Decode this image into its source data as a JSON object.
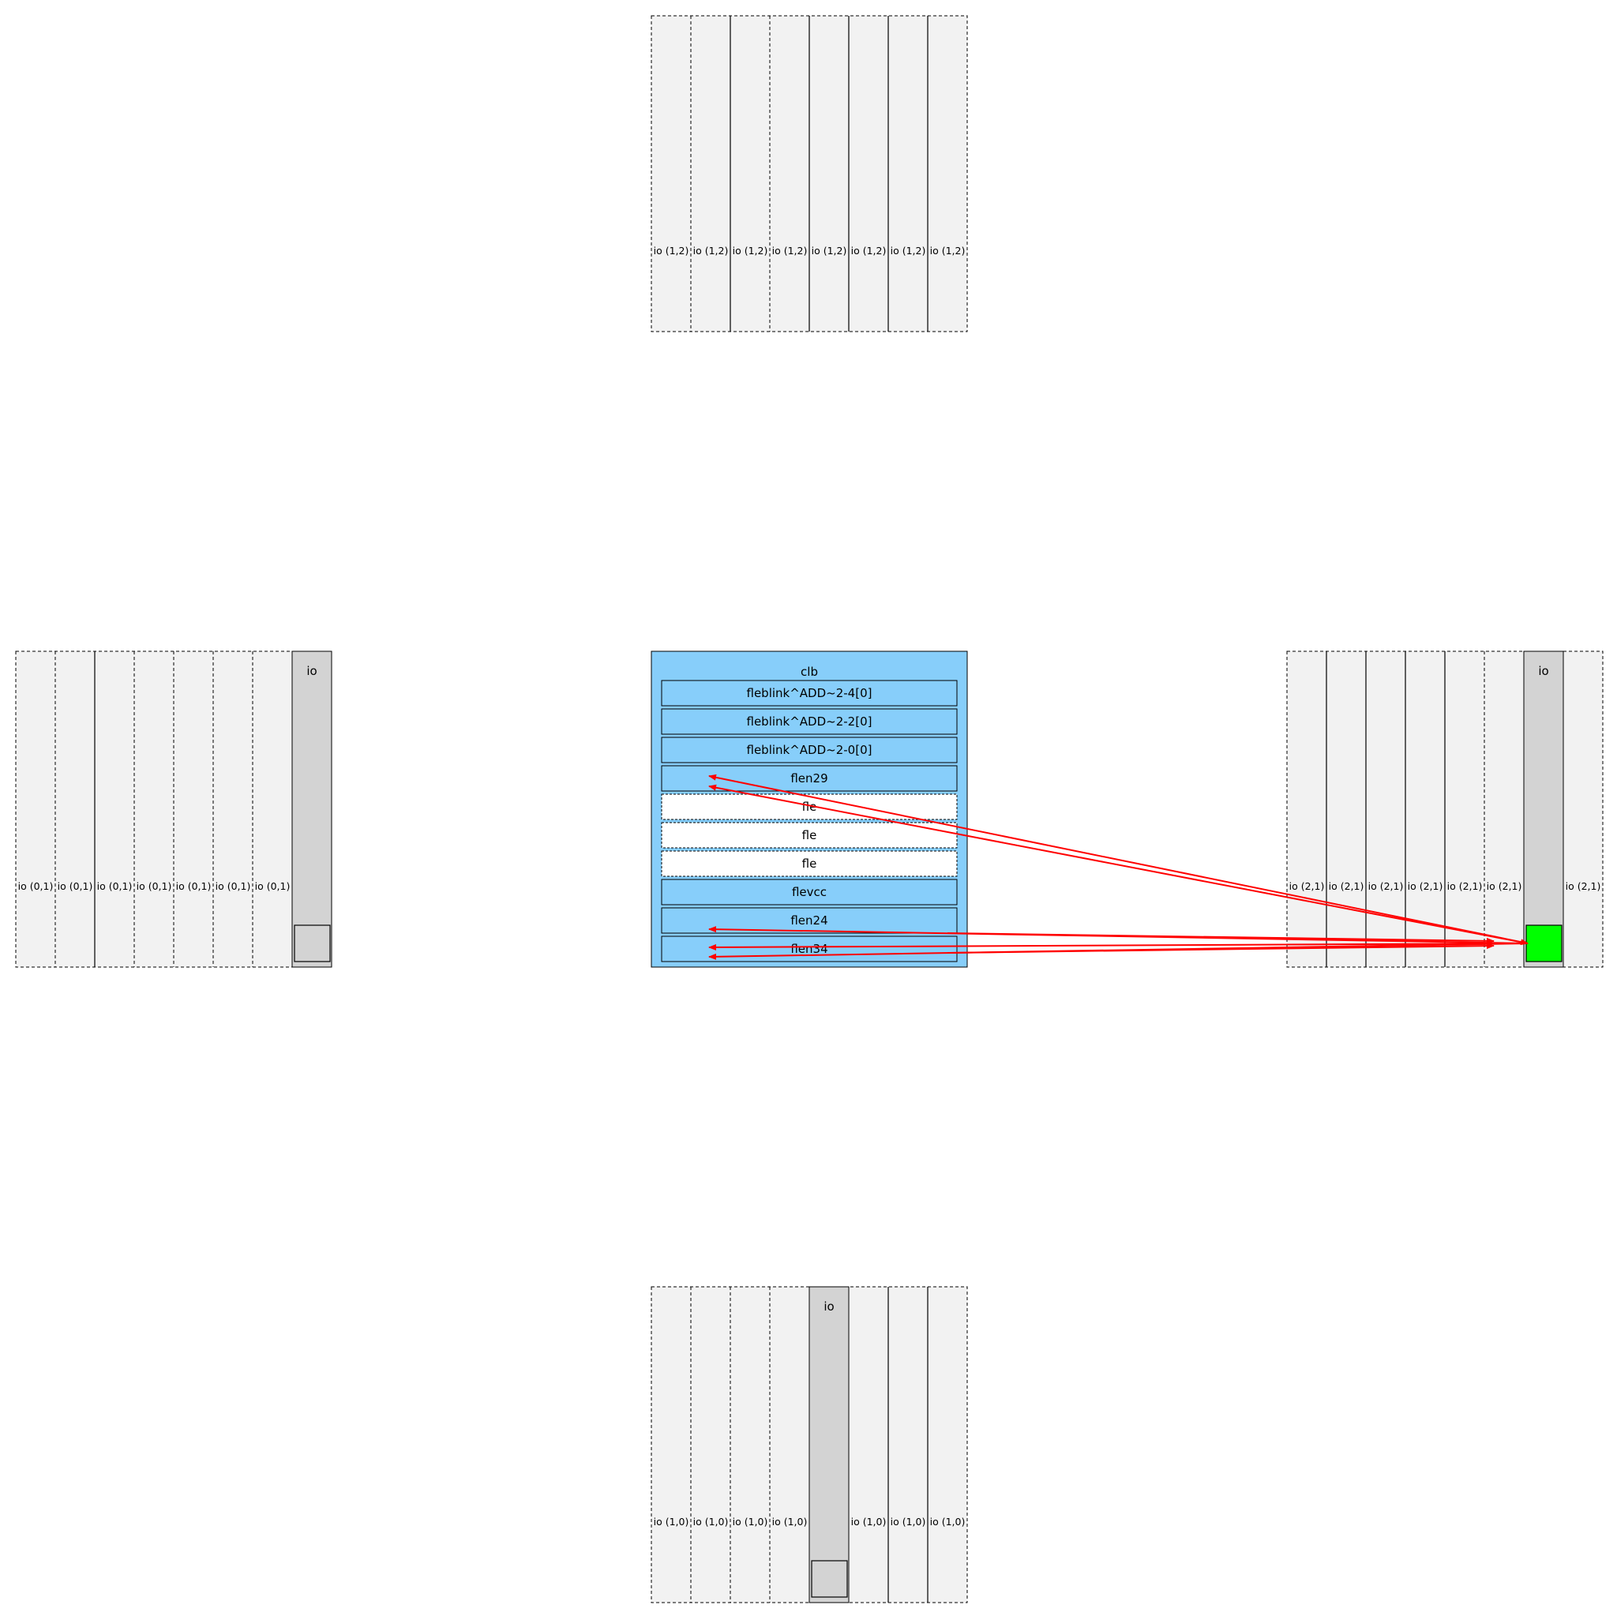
{
  "colors": {
    "tile_fill": "#f2f2f2",
    "used_io_fill": "#d3d3d3",
    "clb_fill": "#87cefa",
    "empty_fle_fill": "#ffffff",
    "selected_fill": "#00ff00",
    "net_color": "#ff0000"
  },
  "top_block": {
    "labels": [
      "io (1,2)",
      "io (1,2)",
      "io (1,2)",
      "io (1,2)",
      "io (1,2)",
      "io (1,2)",
      "io (1,2)",
      "io (1,2)"
    ]
  },
  "left_block": {
    "labels": [
      "io (0,1)",
      "io (0,1)",
      "io (0,1)",
      "io (0,1)",
      "io (0,1)",
      "io (0,1)",
      "io (0,1)"
    ],
    "used_title": "io"
  },
  "right_block": {
    "labels": [
      "io (2,1)",
      "io (2,1)",
      "io (2,1)",
      "io (2,1)",
      "io (2,1)",
      "io (2,1)"
    ],
    "used_title": "io",
    "last_label": "io (2,1)"
  },
  "bottom_block": {
    "labels_before": [
      "io (1,0)",
      "io (1,0)",
      "io (1,0)",
      "io (1,0)"
    ],
    "used_title": "io",
    "labels_after": [
      "io (1,0)",
      "io (1,0)",
      "io (1,0)"
    ]
  },
  "clb": {
    "title": "clb",
    "rows": [
      {
        "label": "fleblink^ADD~2-4[0]",
        "empty": false
      },
      {
        "label": "fleblink^ADD~2-2[0]",
        "empty": false
      },
      {
        "label": "fleblink^ADD~2-0[0]",
        "empty": false
      },
      {
        "label": "flen29",
        "empty": false
      },
      {
        "label": "fle",
        "empty": true
      },
      {
        "label": "fle",
        "empty": true
      },
      {
        "label": "fle",
        "empty": true
      },
      {
        "label": "flevcc",
        "empty": false
      },
      {
        "label": "flen24",
        "empty": false
      },
      {
        "label": "flen34",
        "empty": false
      }
    ]
  }
}
